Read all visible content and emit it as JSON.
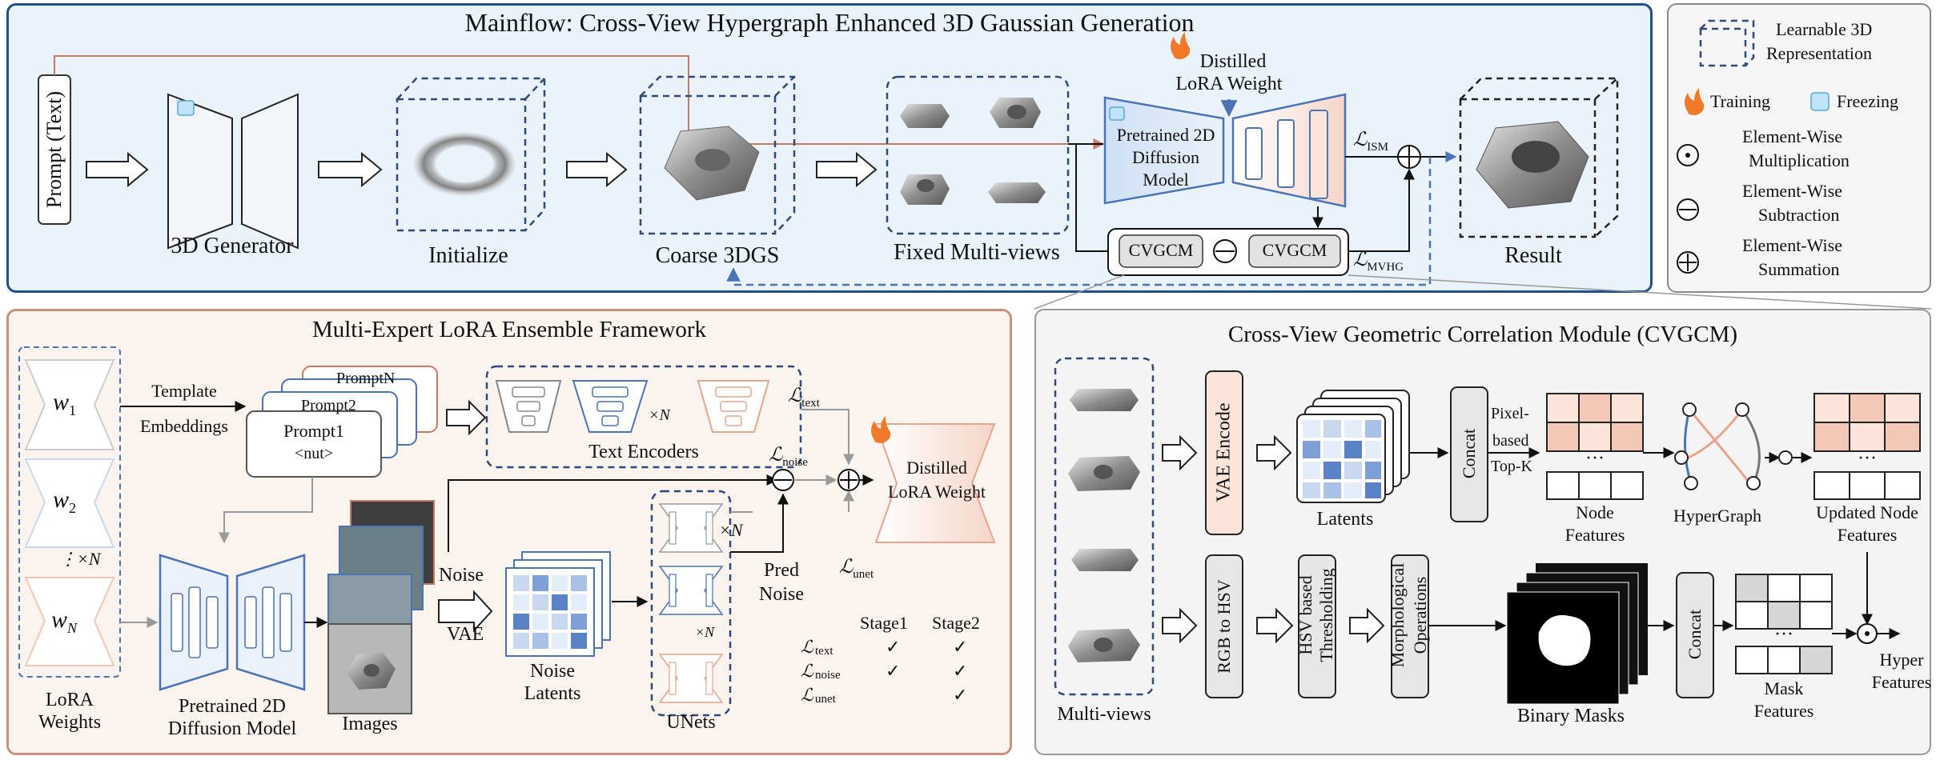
{
  "mainflow": {
    "title": "Mainflow: Cross-View Hypergraph Enhanced 3D Gaussian Generation",
    "prompt": "Prompt (Text)",
    "generator": "3D Generator",
    "initialize": "Initialize",
    "coarse": "Coarse 3DGS",
    "multiviews": "Fixed Multi-views",
    "distilled_line1": "Distilled",
    "distilled_line2": "LoRA Weight",
    "pretrained_line1": "Pretrained 2D",
    "pretrained_line2": "Diffusion",
    "pretrained_line3": "Model",
    "cvgcm_a": "CVGCM",
    "cvgcm_b": "CVGCM",
    "loss_ism": "ℒ",
    "loss_ism_sub": "ISM",
    "loss_mvhg": "ℒ",
    "loss_mvhg_sub": "MVHG",
    "result": "Result"
  },
  "legend": {
    "learnable_line1": "Learnable 3D",
    "learnable_line2": "Representation",
    "training": "Training",
    "freezing": "Freezing",
    "mult_line1": "Element-Wise",
    "mult_line2": "Multiplication",
    "sub_line1": "Element-Wise",
    "sub_line2": "Subtraction",
    "sum_line1": "Element-Wise",
    "sum_line2": "Summation"
  },
  "lora": {
    "title": "Multi-Expert LoRA Ensemble Framework",
    "w1": "w",
    "w1_sub": "1",
    "w2": "w",
    "w2_sub": "2",
    "wn": "w",
    "wn_sub": "N",
    "times_n": "⋮×N",
    "weights_line1": "LoRA",
    "weights_line2": "Weights",
    "template_line1": "Template",
    "template_line2": "Embeddings",
    "promptN": "PromptN",
    "prompt2": "Prompt2",
    "prompt1_line1": "Prompt1",
    "prompt1_line2": "<nut>",
    "text_encoders": "Text Encoders",
    "times_n_enc": "×N",
    "loss_text": "ℒ",
    "loss_text_sub": "text",
    "loss_noise": "ℒ",
    "loss_noise_sub": "noise",
    "loss_unet": "ℒ",
    "loss_unet_sub": "unet",
    "distilled_line1": "Distilled",
    "distilled_line2": "LoRA Weight",
    "pretrained_line1": "Pretrained 2D",
    "pretrained_line2": "Diffusion Model",
    "images": "Images",
    "noise": "Noise",
    "vae": "VAE",
    "noise_latents_line1": "Noise",
    "noise_latents_line2": "Latents",
    "unets": "UNets",
    "times_n_unet": "×N",
    "times_n_unet2": "×N",
    "pred_line1": "Pred",
    "pred_line2": "Noise",
    "stage1": "Stage1",
    "stage2": "Stage2",
    "table": [
      {
        "loss": "ℒ",
        "sub": "text",
        "s1": "✓",
        "s2": "✓"
      },
      {
        "loss": "ℒ",
        "sub": "noise",
        "s1": "✓",
        "s2": "✓"
      },
      {
        "loss": "ℒ",
        "sub": "unet",
        "s1": "",
        "s2": "✓"
      }
    ]
  },
  "cvgcm": {
    "title": "Cross-View Geometric Correlation Module (CVGCM)",
    "multiviews": "Multi-views",
    "vae_encode": "VAE Encode",
    "latents": "Latents",
    "concat1": "Concat",
    "pixel_line1": "Pixel-",
    "pixel_line2": "based",
    "pixel_line3": "Top-K",
    "node_line1": "Node",
    "node_line2": "Features",
    "hypergraph": "HyperGraph",
    "updated_line1": "Updated Node",
    "updated_line2": "Features",
    "rgb_hsv": "RGB to HSV",
    "hsv_line1": "HSV based",
    "hsv_line2": "Thresholding",
    "morph_line1": "Morphological",
    "morph_line2": "Operations",
    "binary_masks": "Binary Masks",
    "concat2": "Concat",
    "mask_line1": "Mask",
    "mask_line2": "Features",
    "hyper_line1": "Hyper",
    "hyper_line2": "Features",
    "dots1": "···",
    "dots2": "···",
    "dots3": "···"
  },
  "colors": {
    "main_bg": "#eaf3fb",
    "main_border": "#1f4f8f",
    "lora_bg": "#fbf3ee",
    "lora_border": "#c9917a",
    "cvgcm_bg": "#f4f4f4",
    "cvgcm_border": "#9a9a9a",
    "blue_accent": "#6b8fc9",
    "pink_accent": "#e9a48e",
    "dashed_blue": "#2d4a7a"
  },
  "icons": [
    "fire-icon",
    "ice-cube-icon",
    "odot-icon",
    "ominus-icon",
    "oplus-icon",
    "arrow-icon",
    "check-icon",
    "hex-nut-icon",
    "ring-icon"
  ]
}
